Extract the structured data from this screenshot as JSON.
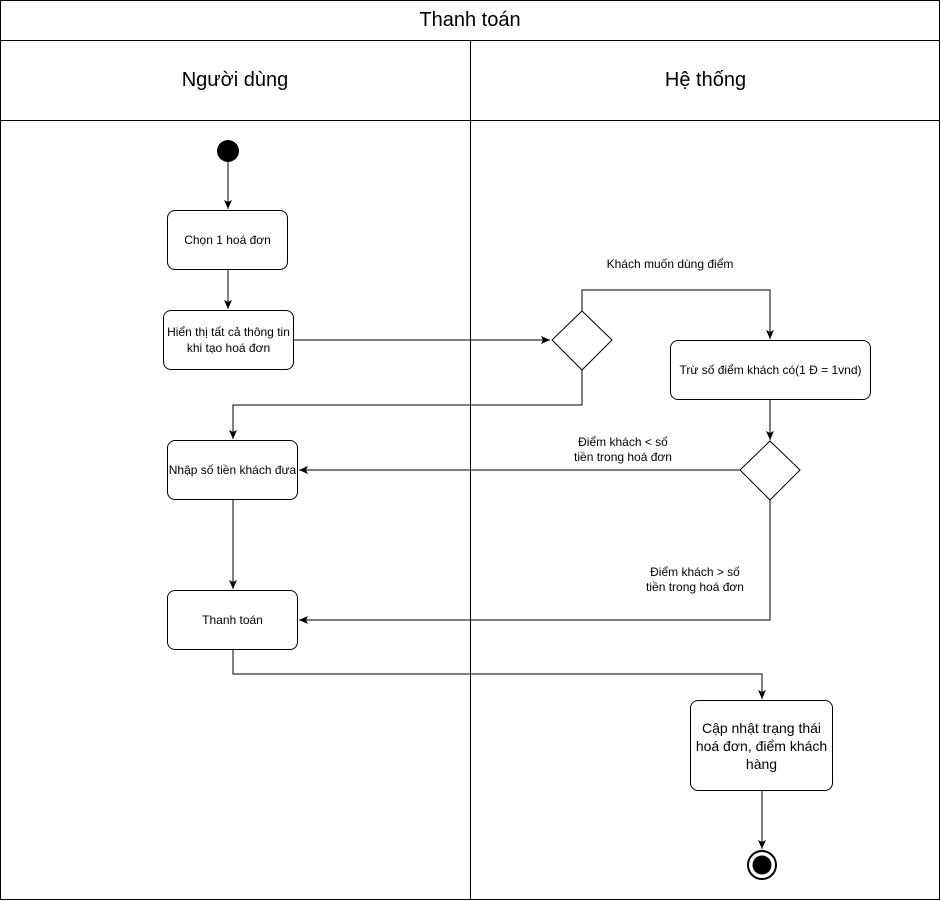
{
  "diagram": {
    "title": "Thanh toán",
    "lanes": [
      "Người dùng",
      "Hệ thống"
    ],
    "nodes": {
      "choose_invoice": "Chọn 1 hoá đơn",
      "show_info": "Hiển thị tất cả thông tin khi tạo hoá đơn",
      "enter_amount": "Nhập số tiền khách đưa",
      "pay": "Thanh toán",
      "deduct_points": "Trừ số điểm khách có(1 Đ = 1vnd)",
      "update_status": "Cập nhật trạng thái hoá đơn, điểm khách hàng"
    },
    "edge_labels": {
      "use_points": "Khách muốn dùng điểm",
      "points_less": "Điểm khách < số\ntiền trong hoá đơn",
      "points_more": "Điểm khách > số\ntiền trong hoá đơn"
    }
  }
}
